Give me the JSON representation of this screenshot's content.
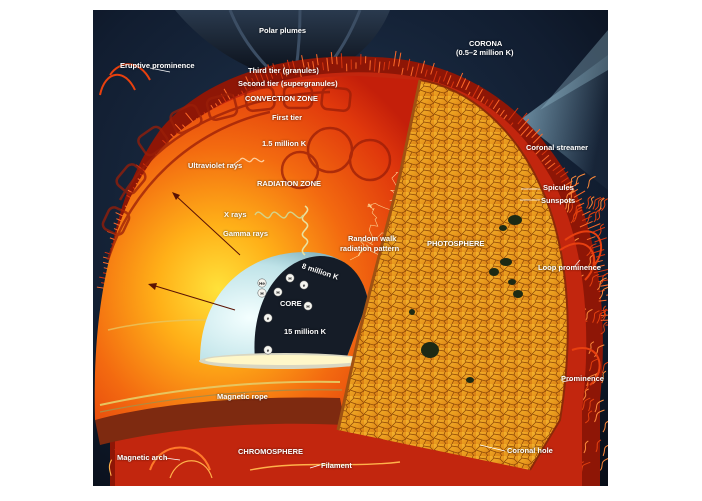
{
  "labels": {
    "polar_plumes": "Polar plumes",
    "corona": "CORONA",
    "corona_temp": "(0.5–2 million K)",
    "eruptive_prominence": "Eruptive prominence",
    "third_tier": "Third tier (granules)",
    "second_tier": "Second tier (supergranules)",
    "convection_zone": "CONVECTION ZONE",
    "first_tier": "First tier",
    "temp_1_5": "1.5 million K",
    "ultraviolet_rays": "Ultraviolet rays",
    "radiation_zone": "RADIATION ZONE",
    "x_rays": "X rays",
    "gamma_rays": "Gamma rays",
    "random_walk": "Random walk",
    "radiation_pattern": "radiation pattern",
    "photosphere": "PHOTOSPHERE",
    "coronal_streamer": "Coronal streamer",
    "spicules": "Spicules",
    "sunspots": "Sunspots",
    "loop_prominence": "Loop prominence",
    "core": "CORE",
    "temp_15": "15 million K",
    "temp_8": "8 million K",
    "prominence": "Prominence",
    "magnetic_rope": "Magnetic rope",
    "magnetic_arch": "Magnetic arch",
    "chromosphere": "CHROMOSPHERE",
    "filament": "Filament",
    "coronal_hole": "Coronal hole"
  },
  "particles": [
    "He",
    "H",
    "H",
    "e",
    "H",
    "e",
    "H",
    "e"
  ],
  "colors": {
    "space": "#0d1a2c",
    "chromosphere": "#c2260e",
    "convection": "#e8430c",
    "radiation": "#f27a12",
    "photosphere": "#e89a22",
    "core": "#1a2230"
  }
}
